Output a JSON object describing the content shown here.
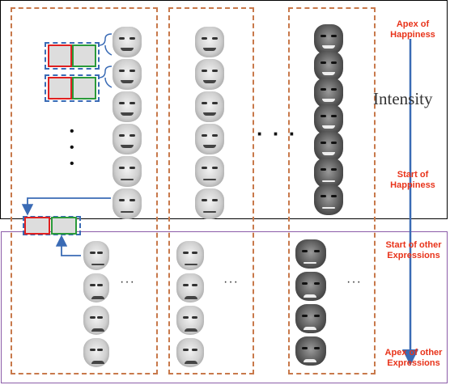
{
  "labels": {
    "apex_happiness": "Apex of Happiness",
    "start_happiness": "Start of Happiness",
    "start_other": "Start of other Expressions",
    "apex_other": "Apex of other Expressions",
    "intensity": "Intensity"
  },
  "separators": {
    "between_columns": "· · ·",
    "row_ellipsis": "···"
  },
  "colors": {
    "label_red": "#e8331a",
    "dash_orange": "#c8794b",
    "arrow_blue": "#3a6bb5",
    "bottom_panel_purple": "#8b5ca8"
  }
}
